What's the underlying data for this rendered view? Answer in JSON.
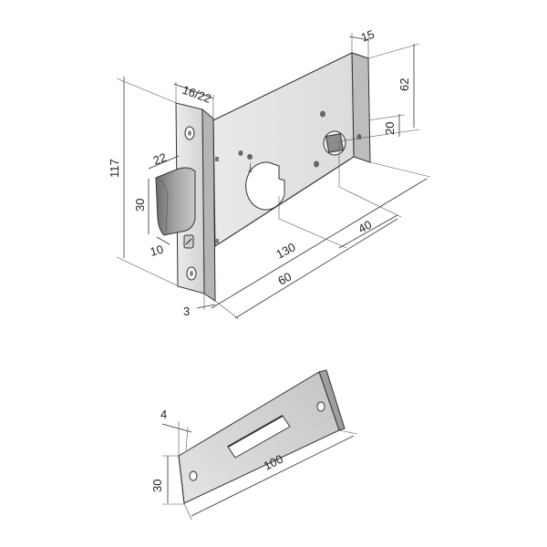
{
  "drawing": {
    "lock_body_dimensions": {
      "depth": "15",
      "body_height": "62",
      "faceplate_width": "16/22",
      "cylinder_offset": "20",
      "overall_height": "117",
      "latch_width": "22",
      "latch_height": "30",
      "latch_thickness": "10",
      "body_length": "130",
      "backset_offset": "40",
      "backset": "60",
      "faceplate_thickness": "3"
    },
    "strike_plate_dimensions": {
      "thickness": "4",
      "length": "100",
      "height": "30"
    },
    "colors": {
      "line": "#333333",
      "metal_light": "#e6e6e6",
      "metal_mid": "#cfcfcf",
      "metal_dark": "#9a9a9a",
      "background": "#ffffff"
    }
  }
}
